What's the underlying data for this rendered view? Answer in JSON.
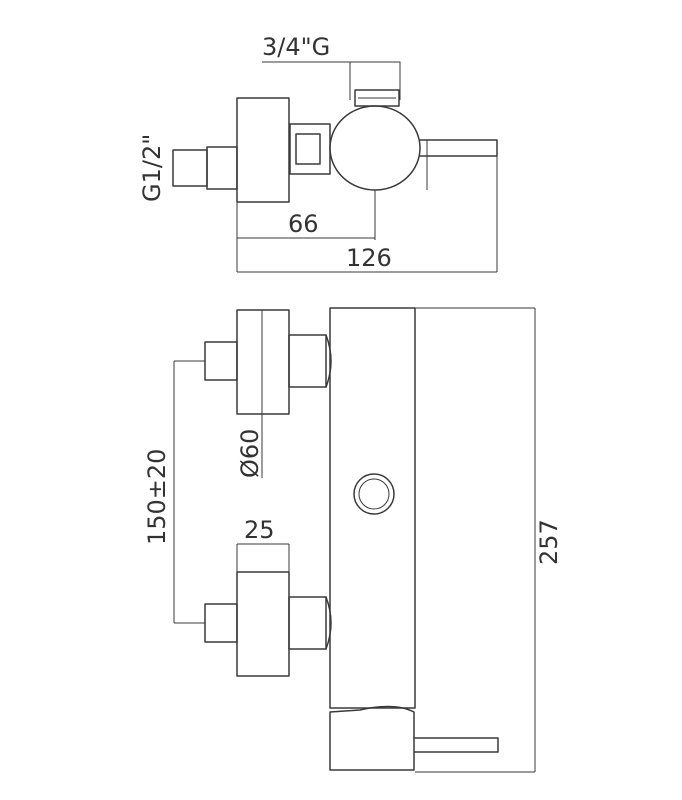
{
  "dimensions": {
    "thread_top": "3/4\"G",
    "thread_side": "G1/2\"",
    "center_depth": "66",
    "total_depth": "126",
    "diameter": "Ø60",
    "center_distance": "150±20",
    "width": "25",
    "height": "257"
  }
}
